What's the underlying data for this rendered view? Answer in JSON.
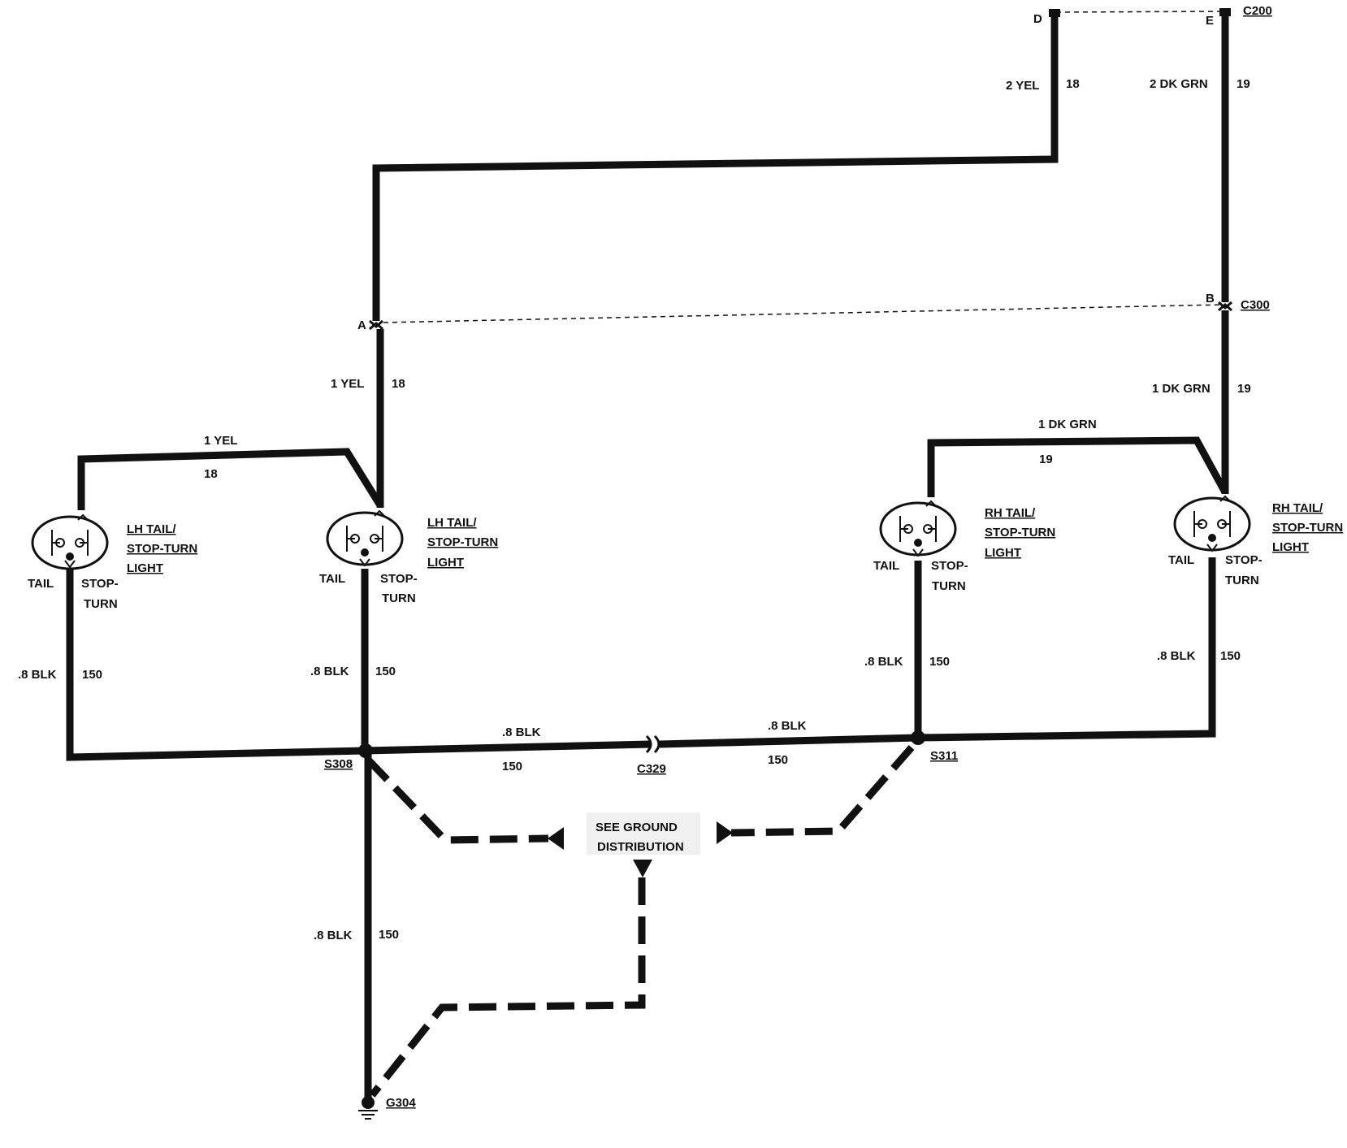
{
  "connectors": {
    "c200": "C200",
    "c300": "C300",
    "c329": "C329",
    "pin_d": "D",
    "pin_e": "E",
    "pin_a": "A",
    "pin_b": "B"
  },
  "splices": {
    "s308": "S308",
    "s311": "S311"
  },
  "ground": {
    "g304": "G304"
  },
  "wires": {
    "yel_top": {
      "gauge": "2 YEL",
      "circuit": "18"
    },
    "dkgrn_top": {
      "gauge": "2 DK GRN",
      "circuit": "19"
    },
    "yel_mid": {
      "gauge": "1 YEL",
      "circuit": "18"
    },
    "dkgrn_mid": {
      "gauge": "1 DK GRN",
      "circuit": "19"
    },
    "yel_branch": {
      "gauge": "1 YEL",
      "circuit": "18"
    },
    "dkgrn_branch": {
      "gauge": "1 DK GRN",
      "circuit": "19"
    },
    "blk_lh1": {
      "gauge": ".8 BLK",
      "circuit": "150"
    },
    "blk_lh2": {
      "gauge": ".8 BLK",
      "circuit": "150"
    },
    "blk_rh1": {
      "gauge": ".8 BLK",
      "circuit": "150"
    },
    "blk_rh2": {
      "gauge": ".8 BLK",
      "circuit": "150"
    },
    "blk_left_h": {
      "gauge": ".8 BLK",
      "circuit": "150"
    },
    "blk_right_h": {
      "gauge": ".8 BLK",
      "circuit": "150"
    },
    "blk_ground": {
      "gauge": ".8 BLK",
      "circuit": "150"
    }
  },
  "lights": {
    "lh_outer": {
      "name_line1": "LH TAIL/",
      "name_line2": "STOP-TURN",
      "name_line3": "LIGHT",
      "tail": "TAIL",
      "stop1": "STOP-",
      "stop2": "TURN"
    },
    "lh_inner": {
      "name_line1": "LH TAIL/",
      "name_line2": "STOP-TURN",
      "name_line3": "LIGHT",
      "tail": "TAIL",
      "stop1": "STOP-",
      "stop2": "TURN"
    },
    "rh_inner": {
      "name_line1": "RH TAIL/",
      "name_line2": "STOP-TURN",
      "name_line3": "LIGHT",
      "tail": "TAIL",
      "stop1": "STOP-",
      "stop2": "TURN"
    },
    "rh_outer": {
      "name_line1": "RH TAIL/",
      "name_line2": "STOP-TURN",
      "name_line3": "LIGHT",
      "tail": "TAIL",
      "stop1": "STOP-",
      "stop2": "TURN"
    }
  },
  "ground_ref": {
    "line1": "SEE GROUND",
    "line2": "DISTRIBUTION"
  }
}
